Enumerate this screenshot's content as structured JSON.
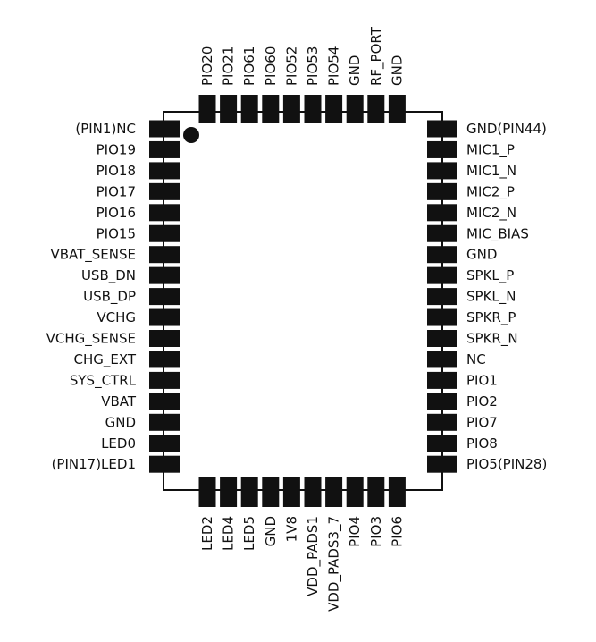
{
  "colors": {
    "background": "#ffffff",
    "outline": "#111111",
    "pad": "#111111",
    "text": "#111111"
  },
  "chip": {
    "pin1_marker": "filled-circle-dot"
  },
  "pins": {
    "left": [
      "(PIN1)NC",
      "PIO19",
      "PIO18",
      "PIO17",
      "PIO16",
      "PIO15",
      "VBAT_SENSE",
      "USB_DN",
      "USB_DP",
      "VCHG",
      "VCHG_SENSE",
      "CHG_EXT",
      "SYS_CTRL",
      "VBAT",
      "GND",
      "LED0",
      "(PIN17)LED1"
    ],
    "bottom": [
      "LED2",
      "LED4",
      "LED5",
      "GND",
      "1V8",
      "VDD_PADS1",
      "VDD_PADS3_7",
      "PIO4",
      "PIO3",
      "PIO6"
    ],
    "right": [
      "PIO5(PIN28)",
      "PIO8",
      "PIO7",
      "PIO2",
      "PIO1",
      "NC",
      "SPKR_N",
      "SPKR_P",
      "SPKL_N",
      "SPKL_P",
      "GND",
      "MIC_BIAS",
      "MIC2_N",
      "MIC2_P",
      "MIC1_N",
      "MIC1_P",
      "GND(PIN44)"
    ],
    "top": [
      "GND",
      "RF_PORT",
      "GND",
      "PIO54",
      "PIO53",
      "PIO52",
      "PIO60",
      "PIO61",
      "PIO21",
      "PIO20"
    ]
  }
}
